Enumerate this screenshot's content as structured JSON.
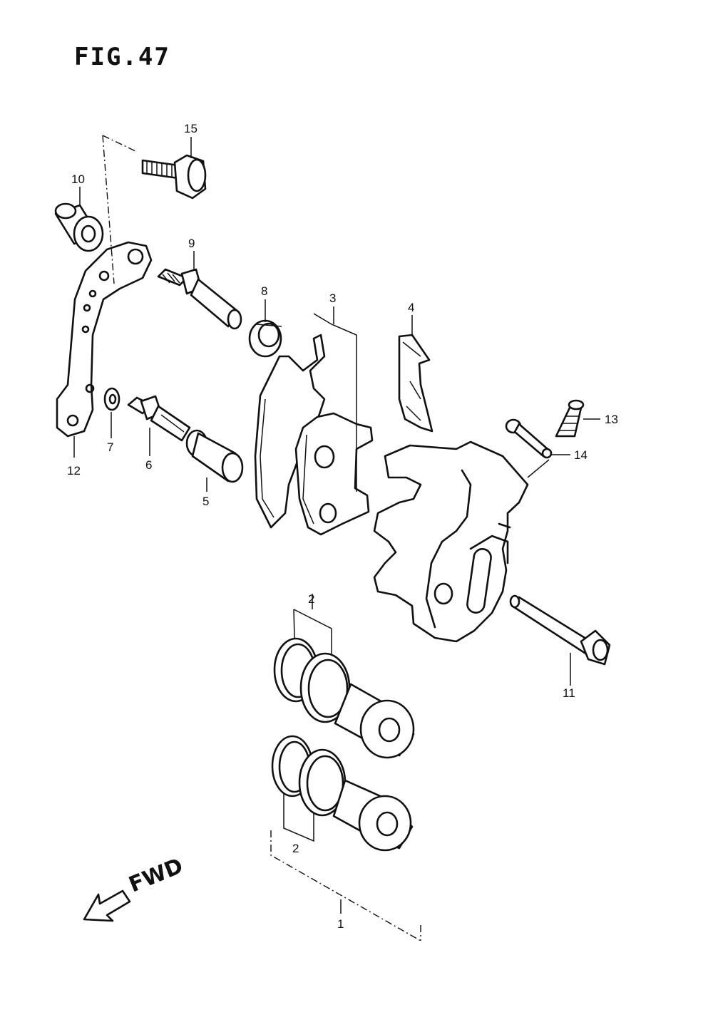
{
  "figure": {
    "title": "FIG.47"
  },
  "direction": {
    "label": "FWD"
  },
  "callouts": {
    "c1": "1",
    "c2a": "2",
    "c2b": "2",
    "c3": "3",
    "c4": "4",
    "c5": "5",
    "c6": "6",
    "c7": "7",
    "c8": "8",
    "c9": "9",
    "c10": "10",
    "c11": "11",
    "c12": "12",
    "c13": "13",
    "c14": "14",
    "c15": "15"
  }
}
